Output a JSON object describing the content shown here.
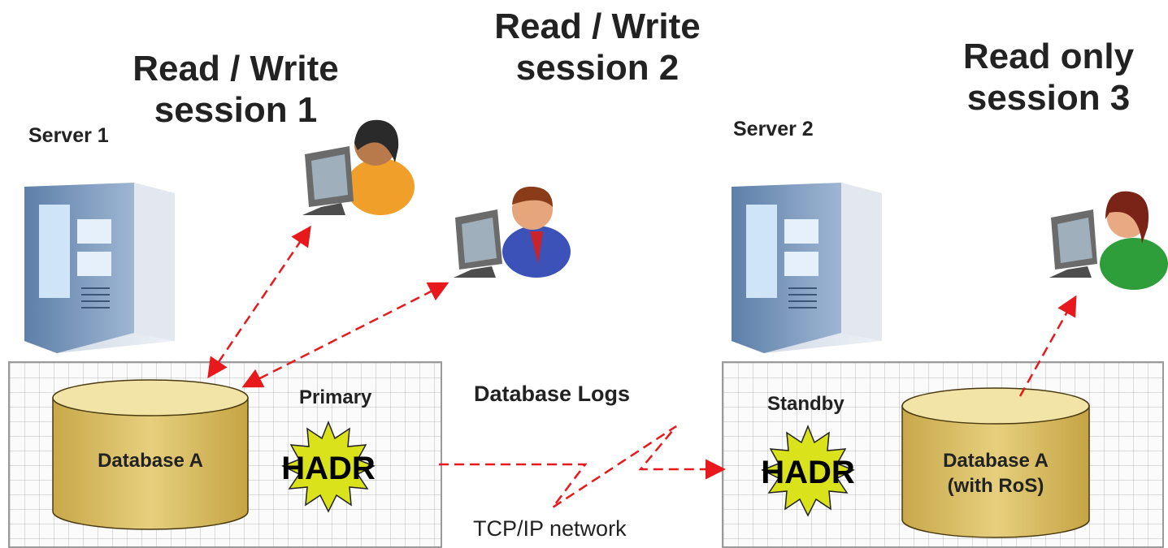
{
  "sessions": {
    "session1": [
      "Read / Write",
      "session 1"
    ],
    "session2": [
      "Read / Write",
      "session 2"
    ],
    "session3": [
      "Read only",
      "session 3"
    ]
  },
  "servers": {
    "server1": "Server 1",
    "server2": "Server 2"
  },
  "primary": {
    "role": "Primary",
    "hadr": "HADR",
    "database": "Database A"
  },
  "standby": {
    "role": "Standby",
    "hadr": "HADR",
    "database": [
      "Database A",
      "(with RoS)"
    ]
  },
  "network": {
    "logs_label": "Database Logs",
    "network_label": "TCP/IP network"
  },
  "colors": {
    "arrow": "#e8191c",
    "db_top": "#f1e4a6",
    "db_body": "#d9bd5c",
    "hadr_star": "#d9e21a",
    "server": "#6f8fb6"
  }
}
